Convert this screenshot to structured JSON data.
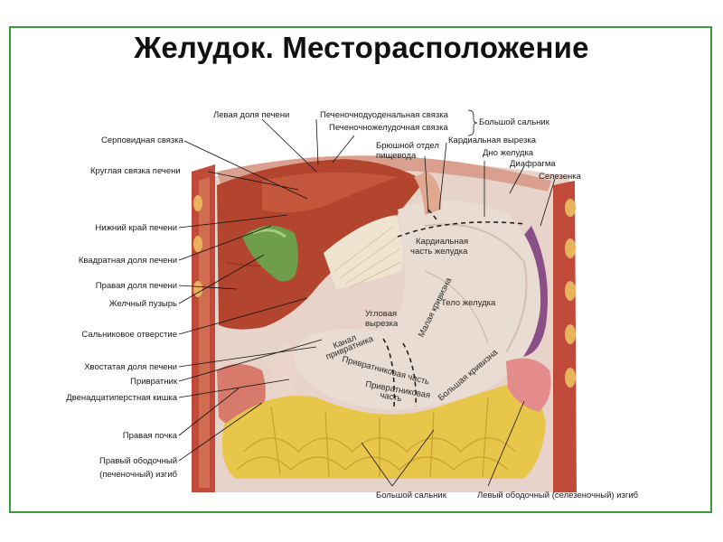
{
  "title": "Желудок. Месторасположение",
  "labels": {
    "left_liver_lobe": "Левая доля печени",
    "hepatoduodenal_ligament": "Печеночнодуоденальная связка",
    "hepatogastric_ligament": "Печеночножелудочная связка",
    "lesser_omentum": "Большой сальник",
    "falciform_ligament": "Серповидная связка",
    "round_ligament": "Круглая связка печени",
    "abdominal_esophagus_1": "Брюшной отдел",
    "abdominal_esophagus_2": "пищевода",
    "cardiac_notch": "Кардиальная вырезка",
    "fundus": "Дно желудка",
    "diaphragm": "Диафрагма",
    "spleen": "Селезенка",
    "liver_lower_edge": "Нижний край печени",
    "quadrate_lobe": "Квадратная доля печени",
    "right_liver_lobe": "Правая доля печени",
    "gallbladder": "Желчный пузырь",
    "epiploic_foramen": "Сальниковое отверстие",
    "caudate_lobe": "Хвостатая доля печени",
    "pylorus": "Привратник",
    "duodenum": "Двенадцатиперстная кишка",
    "right_kidney": "Правая почка",
    "right_colic_flexure_1": "Правый ободочный",
    "right_colic_flexure_2": "(печеночный) изгиб",
    "greater_omentum": "Большой сальник",
    "left_colic_flexure": "Левый ободочный (селезеночный) изгиб"
  },
  "inner_labels": {
    "cardiac_part_1": "Кардиальная",
    "cardiac_part_2": "часть желудка",
    "stomach_body": "Тело желудка",
    "angular_notch_1": "Угловая",
    "angular_notch_2": "вырезка",
    "lesser_curvature": "Малая кривизна",
    "pyloric_canal_1": "Канал",
    "pyloric_canal_2": "привратника",
    "pyloric_part": "Привратниковая часть",
    "pyloric_part_small_1": "Привратниковая",
    "pyloric_part_small_2": "часть",
    "greater_curvature": "Большая кривизна"
  },
  "colors": {
    "frame": "#3a9a3a",
    "liver": "#b3452e",
    "stomach": "#e9dcd2",
    "fat": "#e8c64a",
    "gallbladder": "#6f9e4a",
    "muscle": "#c24a3b"
  }
}
